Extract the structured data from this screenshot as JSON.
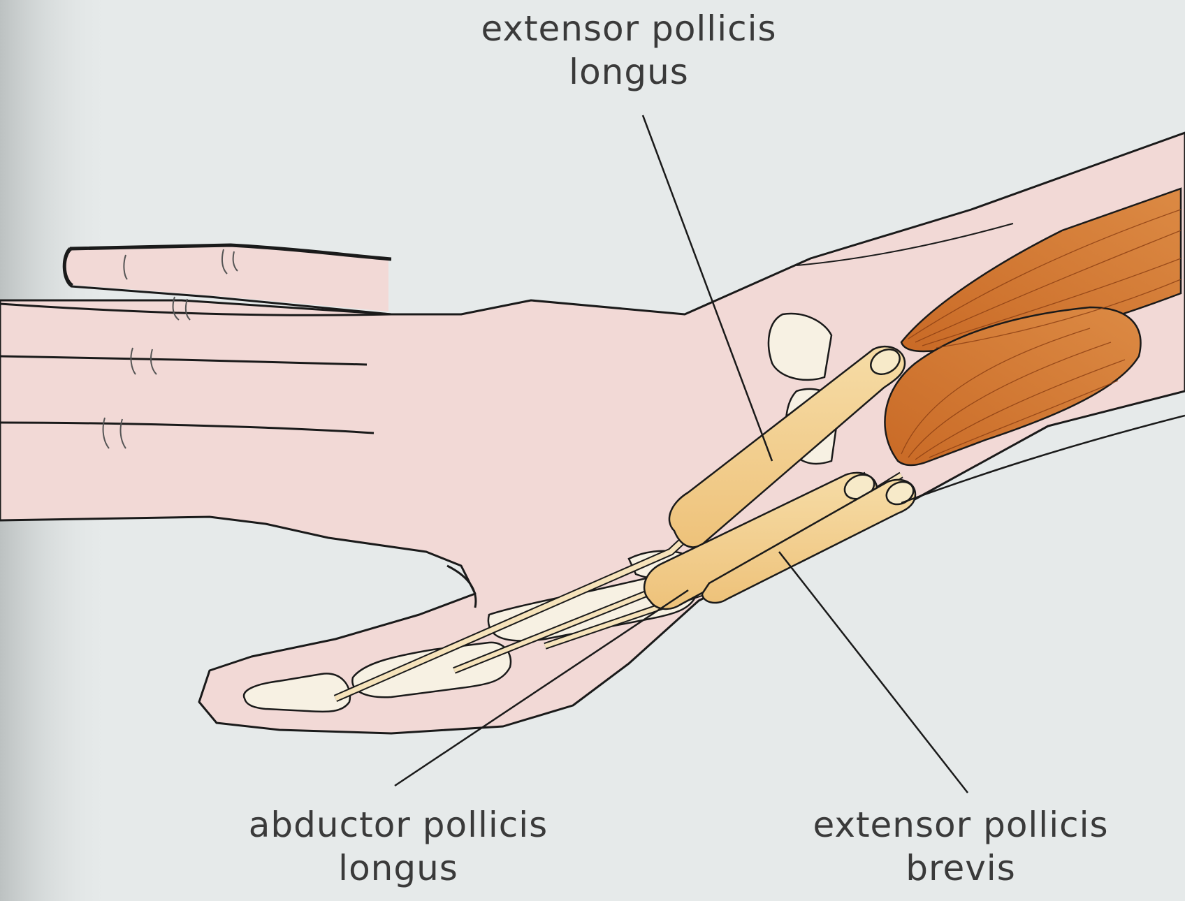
{
  "labels": {
    "epl": {
      "line1": "extensor pollicis",
      "line2": "longus"
    },
    "apl": {
      "line1": "abductor pollicis",
      "line2": "longus"
    },
    "epb": {
      "line1": "extensor pollicis",
      "line2": "brevis"
    }
  },
  "colors": {
    "background": "#e4e8e8",
    "skin": "#f2d9d6",
    "bone": "#f7f1e3",
    "tendon_sheath": "#f2cf8e",
    "muscle": "#d27a34",
    "outline": "#1a1a1a"
  }
}
